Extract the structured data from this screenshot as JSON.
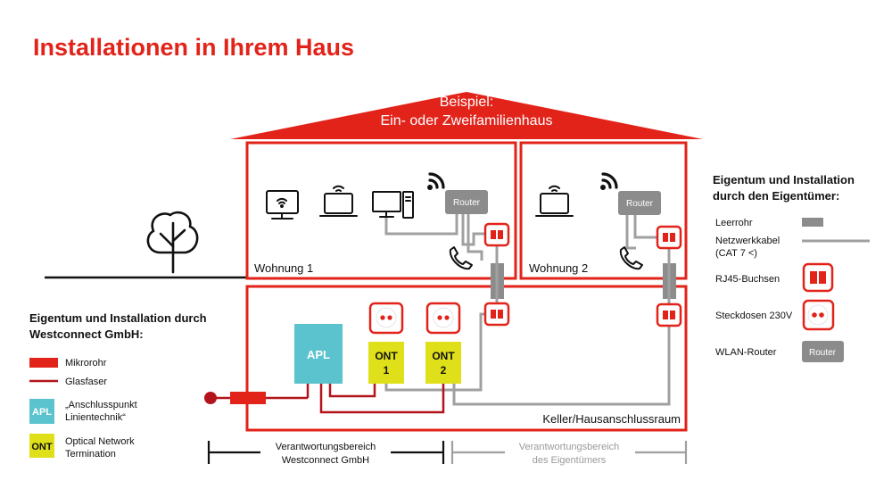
{
  "title": "Installationen in Ihrem Haus",
  "roof": {
    "line1": "Beispiel:",
    "line2": "Ein- oder Zweifamilienhaus"
  },
  "rooms": {
    "wohnung1": "Wohnung 1",
    "wohnung2": "Wohnung 2",
    "keller": "Keller/Hausanschlussraum"
  },
  "devices": {
    "router": "Router",
    "apl": "APL",
    "ont1": {
      "line1": "ONT",
      "line2": "1"
    },
    "ont2": {
      "line1": "ONT",
      "line2": "2"
    }
  },
  "legend_left": {
    "heading_line1": "Eigentum und Installation durch",
    "heading_line2": "Westconnect GmbH:",
    "items": [
      {
        "label_line1": "Mikrorohr",
        "label_line2": ""
      },
      {
        "label_line1": "Glasfaser",
        "label_line2": ""
      },
      {
        "badge": "APL",
        "label_line1": "„Anschlusspunkt",
        "label_line2": "Linientechnik“"
      },
      {
        "badge": "ONT",
        "label_line1": "Optical Network",
        "label_line2": "Termination"
      }
    ]
  },
  "legend_right": {
    "heading_line1": "Eigentum und Installation",
    "heading_line2": "durch den Eigentümer:",
    "items": [
      {
        "label_line1": "Leerrohr",
        "label_line2": ""
      },
      {
        "label_line1": "Netzwerkkabel",
        "label_line2": "(CAT 7 <)"
      },
      {
        "label_line1": "RJ45-Buchsen",
        "label_line2": ""
      },
      {
        "label_line1": "Steckdosen 230V",
        "label_line2": ""
      },
      {
        "label_line1": "WLAN-Router",
        "badge": "Router"
      }
    ]
  },
  "responsibility": {
    "westconnect": {
      "line1": "Verantwortungsbereich",
      "line2": "Westconnect GmbH"
    },
    "owner": {
      "line1": "Verantwortungsbereich",
      "line2": "des Eigentümers"
    }
  },
  "colors": {
    "brand_red": "#e2231a",
    "dark_red": "#b3141b",
    "apl_teal": "#5bc3cd",
    "ont_yellow": "#dfe01a",
    "gray": "#8c8c8c",
    "light_gray": "#a0a0a0",
    "black": "#111111"
  },
  "icons": [
    "tree-icon",
    "tv-icon",
    "laptop-icon",
    "desktop-computer-icon",
    "wifi-icon",
    "phone-icon"
  ]
}
